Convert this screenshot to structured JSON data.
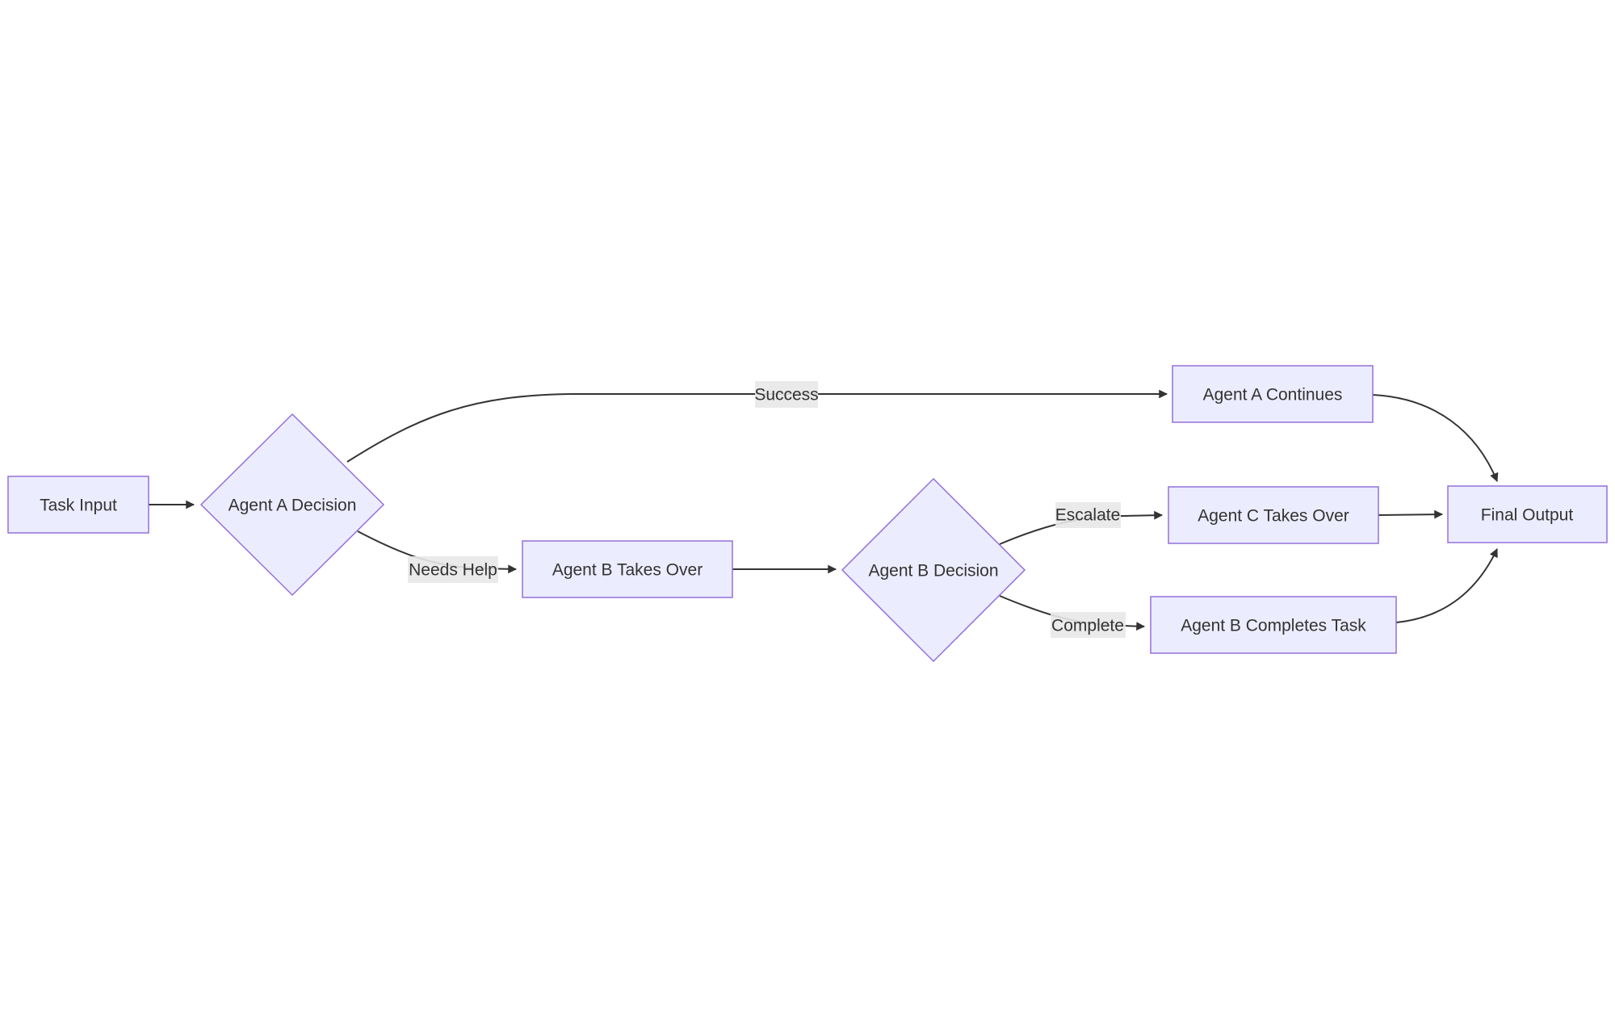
{
  "diagram": {
    "type": "flowchart",
    "direction": "left-to-right",
    "colors": {
      "background": "#ffffff",
      "node_fill": "#ECECFF",
      "node_border": "#9370DB",
      "edge": "#333333",
      "edge_label_bg": "#e8e8e8",
      "text": "#333333"
    },
    "nodes": {
      "task_input": {
        "label": "Task Input",
        "shape": "rect"
      },
      "agent_a_decision": {
        "label": "Agent A Decision",
        "shape": "diamond"
      },
      "agent_a_continues": {
        "label": "Agent A Continues",
        "shape": "rect"
      },
      "agent_b_takes_over": {
        "label": "Agent B Takes Over",
        "shape": "rect"
      },
      "agent_b_decision": {
        "label": "Agent B Decision",
        "shape": "diamond"
      },
      "agent_c_takes_over": {
        "label": "Agent C Takes Over",
        "shape": "rect"
      },
      "agent_b_completes_task": {
        "label": "Agent B Completes Task",
        "shape": "rect"
      },
      "final_output": {
        "label": "Final Output",
        "shape": "rect"
      }
    },
    "edges": [
      {
        "from": "task_input",
        "to": "agent_a_decision",
        "label": ""
      },
      {
        "from": "agent_a_decision",
        "to": "agent_a_continues",
        "label": "Success"
      },
      {
        "from": "agent_a_decision",
        "to": "agent_b_takes_over",
        "label": "Needs Help"
      },
      {
        "from": "agent_b_takes_over",
        "to": "agent_b_decision",
        "label": ""
      },
      {
        "from": "agent_b_decision",
        "to": "agent_c_takes_over",
        "label": "Escalate"
      },
      {
        "from": "agent_b_decision",
        "to": "agent_b_completes_task",
        "label": "Complete"
      },
      {
        "from": "agent_a_continues",
        "to": "final_output",
        "label": ""
      },
      {
        "from": "agent_c_takes_over",
        "to": "final_output",
        "label": ""
      },
      {
        "from": "agent_b_completes_task",
        "to": "final_output",
        "label": ""
      }
    ]
  }
}
